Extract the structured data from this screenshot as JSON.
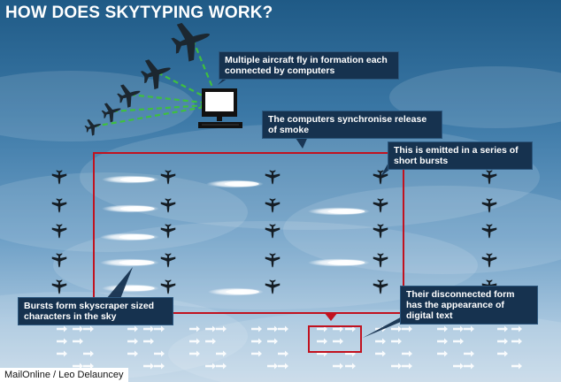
{
  "title": "HOW DOES SKYTYPING WORK?",
  "callouts": {
    "formation": "Multiple aircraft fly in formation each connected by computers",
    "synchronise": "The computers synchronise release of smoke",
    "bursts": "This is emitted in a series of short bursts",
    "characters": "Bursts form skyscraper sized characters in the sky",
    "digital": "Their disconnected form has the appearance of digital text"
  },
  "credit": "MailOnline / Leo Delauncey",
  "colors": {
    "highlight": "#c1121f",
    "connector": "#3fbf3f",
    "callout_bg": "#16324f"
  },
  "icons": [
    "plane-icon",
    "computer-icon",
    "smoke-puff"
  ]
}
